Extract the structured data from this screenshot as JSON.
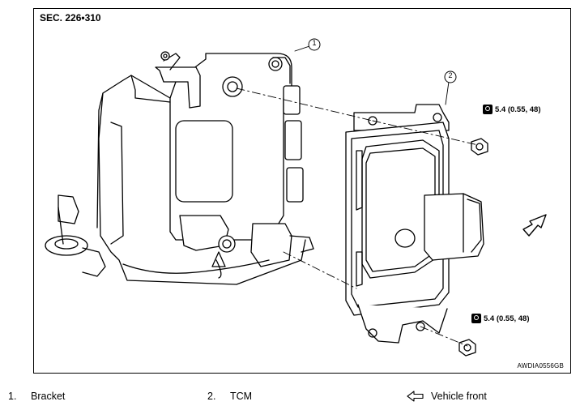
{
  "section": "SEC. 226•310",
  "figure_code": "AWDIA0556GB",
  "callouts": [
    "1",
    "2"
  ],
  "torque": [
    {
      "value": "5.4 (0.55, 48)"
    },
    {
      "value": "5.4 (0.55, 48)"
    }
  ],
  "legend": [
    {
      "num": "1.",
      "label": "Bracket"
    },
    {
      "num": "2.",
      "label": "TCM"
    },
    {
      "icon": "front-arrow-icon",
      "label": "Vehicle front"
    }
  ]
}
